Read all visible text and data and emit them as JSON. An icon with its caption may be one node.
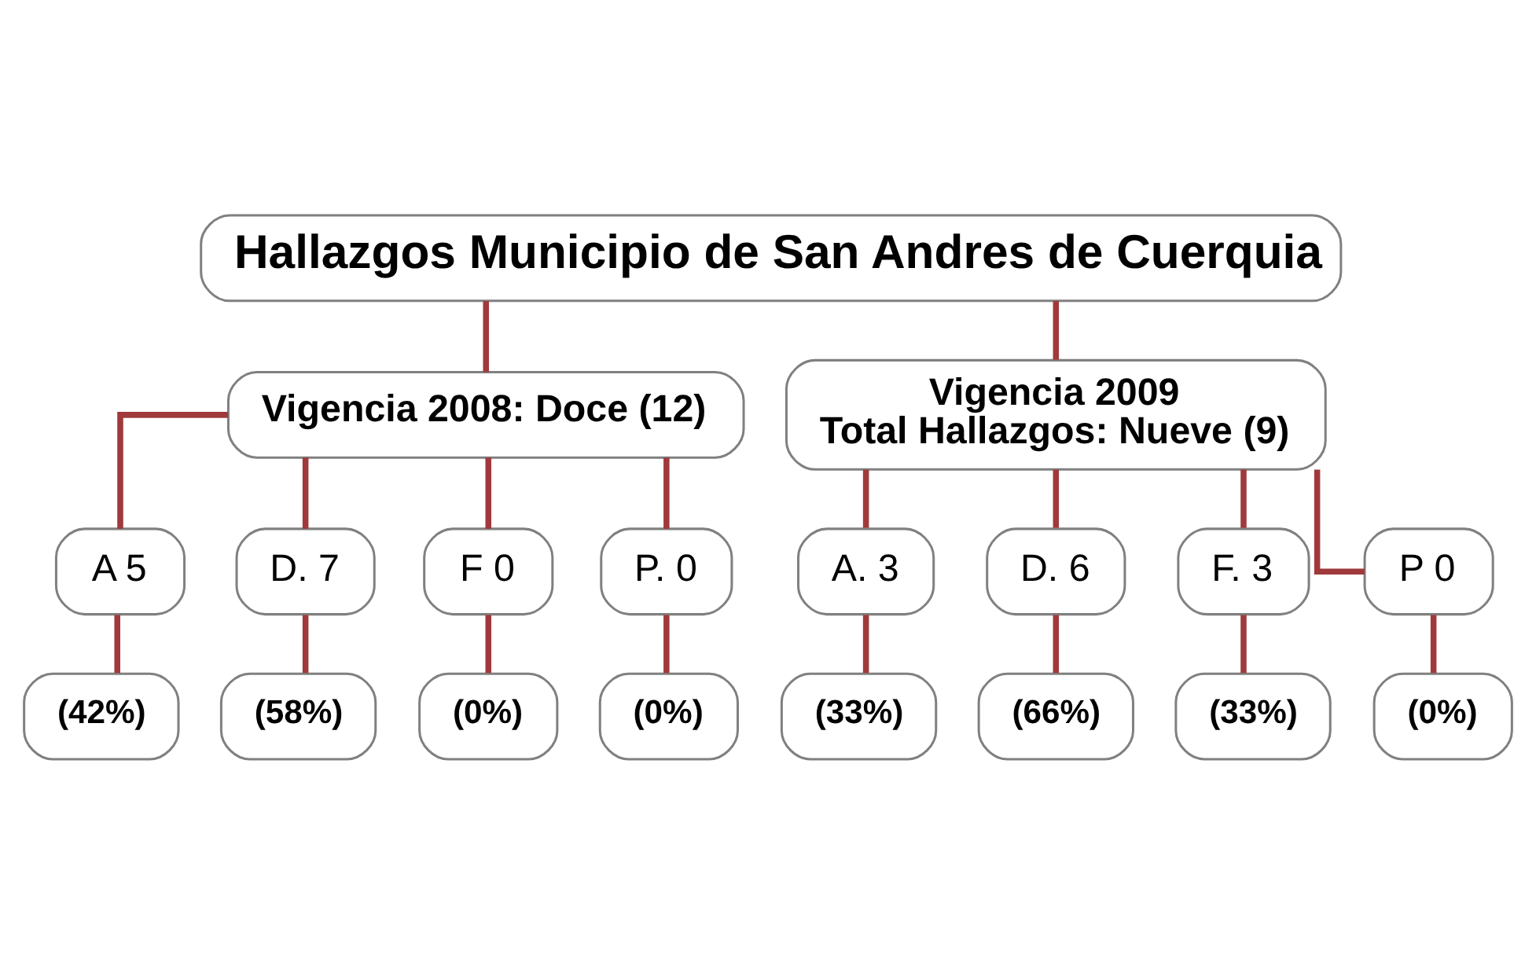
{
  "diagram": {
    "nodes": [
      {
        "text": [
          "Hallazgos Municipio de San Andres de Cuerquia"
        ]
      },
      {
        "text": [
          "Vigencia 2008: Doce (12)"
        ]
      },
      {
        "text": [
          "Vigencia 2009",
          "Total Hallazgos: Nueve (9)"
        ]
      },
      {
        "text": [
          "A 5"
        ]
      },
      {
        "text": [
          "D. 7"
        ]
      },
      {
        "text": [
          "F 0"
        ]
      },
      {
        "text": [
          "P. 0"
        ]
      },
      {
        "text": [
          "A. 3"
        ]
      },
      {
        "text": [
          "D. 6"
        ]
      },
      {
        "text": [
          "F. 3"
        ]
      },
      {
        "text": [
          "P 0"
        ]
      },
      {
        "text": [
          "(42%)"
        ]
      },
      {
        "text": [
          "(58%)"
        ]
      },
      {
        "text": [
          "(0%)"
        ]
      },
      {
        "text": [
          "(0%)"
        ]
      },
      {
        "text": [
          "(33%)"
        ]
      },
      {
        "text": [
          "(66%)"
        ]
      },
      {
        "text": [
          "(33%)"
        ]
      },
      {
        "text": [
          "(0%)"
        ]
      }
    ],
    "edges": [
      {
        "from": 0,
        "to": 1,
        "arrow": "none"
      },
      {
        "from": 0,
        "to": 2,
        "arrow": "none"
      },
      {
        "from": 1,
        "to": 3,
        "arrow": "none"
      },
      {
        "from": 1,
        "to": 4,
        "arrow": "none"
      },
      {
        "from": 1,
        "to": 5,
        "arrow": "none"
      },
      {
        "from": 1,
        "to": 6,
        "arrow": "none"
      },
      {
        "from": 2,
        "to": 7,
        "arrow": "none"
      },
      {
        "from": 2,
        "to": 8,
        "arrow": "none"
      },
      {
        "from": 2,
        "to": 9,
        "arrow": "none"
      },
      {
        "from": 2,
        "to": 10,
        "arrow": "none"
      },
      {
        "from": 3,
        "to": 11,
        "arrow": "none"
      },
      {
        "from": 4,
        "to": 12,
        "arrow": "none"
      },
      {
        "from": 5,
        "to": 13,
        "arrow": "none"
      },
      {
        "from": 6,
        "to": 14,
        "arrow": "none"
      },
      {
        "from": 7,
        "to": 15,
        "arrow": "none"
      },
      {
        "from": 8,
        "to": 16,
        "arrow": "none"
      },
      {
        "from": 9,
        "to": 17,
        "arrow": "none"
      },
      {
        "from": 10,
        "to": 18,
        "arrow": "none"
      }
    ]
  }
}
